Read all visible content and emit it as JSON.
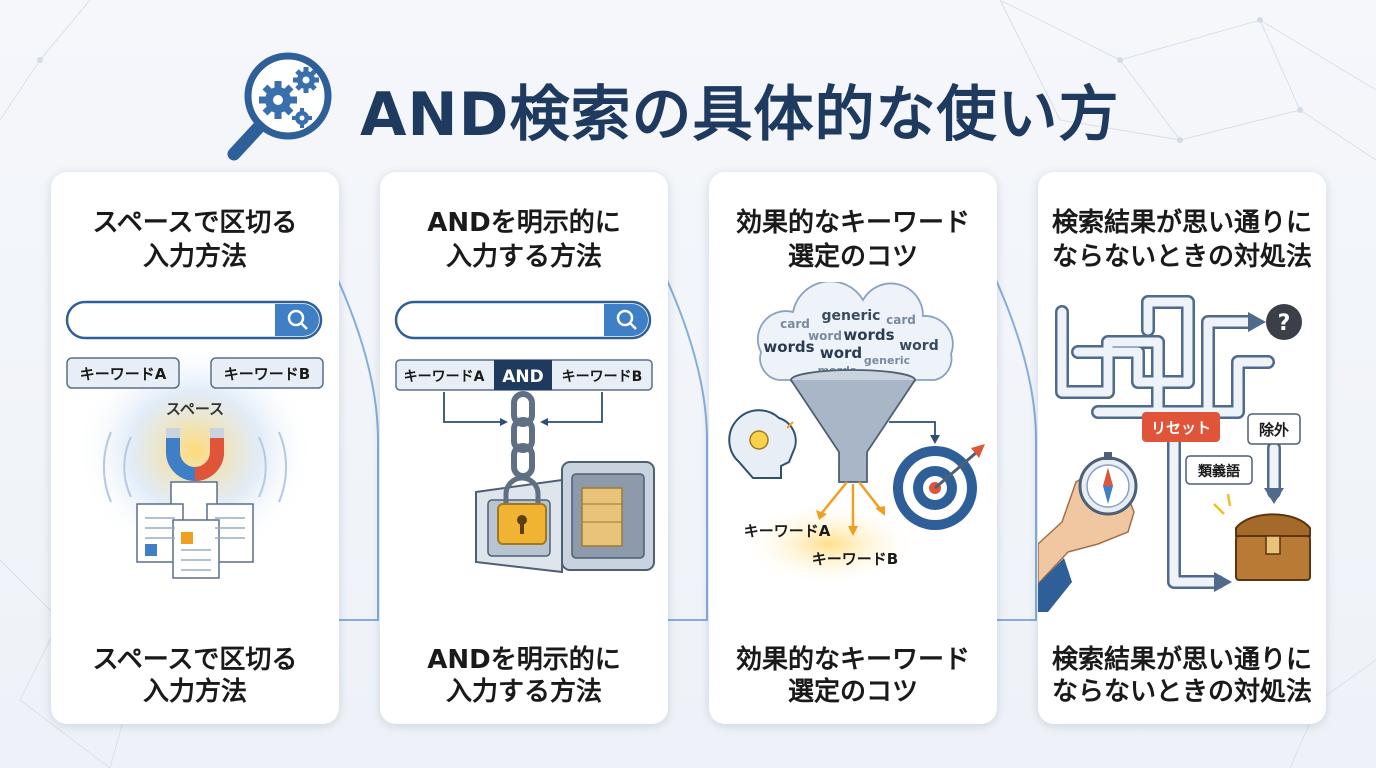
{
  "page": {
    "title": "AND検索の具体的な使い方",
    "title_icon": "magnifier-gears-icon"
  },
  "colors": {
    "navy": "#1e3a5f",
    "accent_blue": "#3f7fc6",
    "orange": "#f0a020",
    "red": "#e0543a"
  },
  "cards": [
    {
      "title_lines": [
        "スペースで区切る",
        "入力方法"
      ],
      "footer_lines": [
        "スペースで区切る",
        "入力方法"
      ],
      "keyword_a": "キーワードA",
      "keyword_b": "キーワードB",
      "space_label": "スペース"
    },
    {
      "title_lines": [
        "ANDを明示的に",
        "入力する方法"
      ],
      "footer_lines": [
        "ANDを明示的に",
        "入力する方法"
      ],
      "keyword_a": "キーワードA",
      "and_label": "AND",
      "keyword_b": "キーワードB"
    },
    {
      "title_lines": [
        "効果的なキーワード",
        "選定のコツ"
      ],
      "footer_lines": [
        "効果的なキーワード",
        "選定のコツ"
      ],
      "cloud_words": [
        "generic",
        "card",
        "card",
        "word",
        "words",
        "words",
        "word",
        "word",
        "generic",
        "mords",
        "word"
      ],
      "keyword_a": "キーワードA",
      "keyword_b": "キーワードB"
    },
    {
      "title_lines": [
        "検索結果が思い通りに",
        "ならないときの対処法"
      ],
      "footer_lines": [
        "検索結果が思い通りに",
        "ならないときの対処法"
      ],
      "reset_label": "リセット",
      "exclude_label": "除外",
      "synonym_label": "類義語",
      "question_mark": "?"
    }
  ]
}
